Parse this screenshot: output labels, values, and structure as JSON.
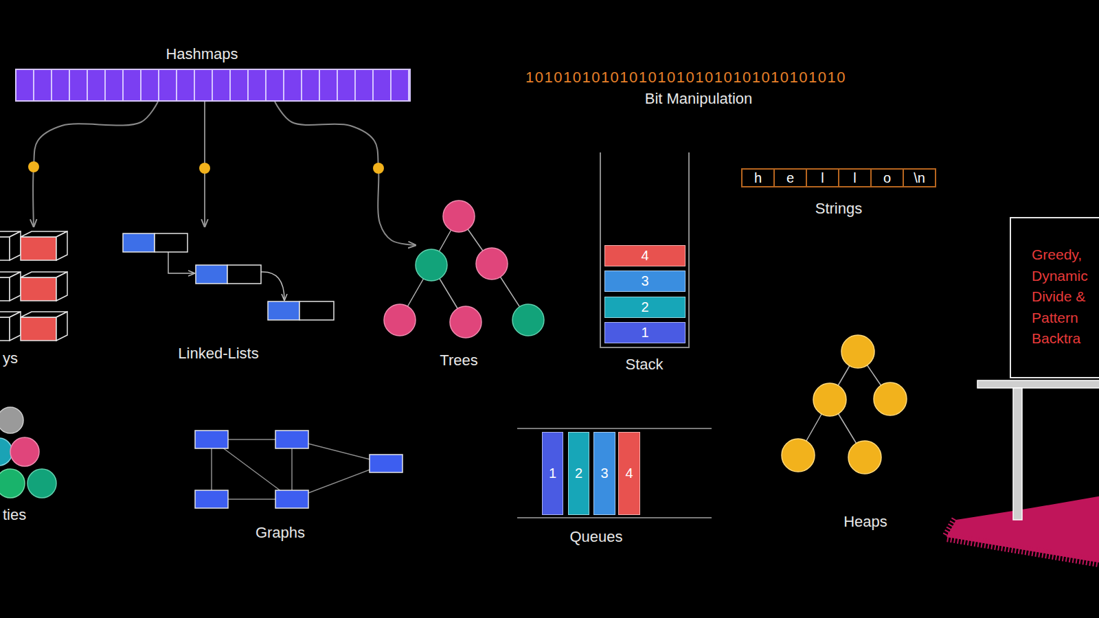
{
  "diagram": {
    "nodes": [
      {
        "text": [
          "Hashmaps"
        ]
      },
      {
        "text": [
          "ys"
        ]
      },
      {
        "text": [
          "Linked-Lists"
        ]
      },
      {
        "text": [
          "Trees"
        ]
      },
      {
        "text": [
          "Stack"
        ]
      },
      {
        "text": [
          "4"
        ],
        "in": 4
      },
      {
        "text": [
          "3"
        ],
        "in": 4
      },
      {
        "text": [
          "2"
        ],
        "in": 4
      },
      {
        "text": [
          "1"
        ],
        "in": 4
      },
      {
        "text": [
          "Strings"
        ]
      },
      {
        "text": [
          "h"
        ],
        "in": 9
      },
      {
        "text": [
          "e"
        ],
        "in": 9
      },
      {
        "text": [
          "l"
        ],
        "in": 9
      },
      {
        "text": [
          "l"
        ],
        "in": 9
      },
      {
        "text": [
          "o"
        ],
        "in": 9
      },
      {
        "text": [
          "\\n"
        ],
        "in": 9
      },
      {
        "text": [
          "Greedy,",
          "Dynamic",
          "Divide &",
          "Pattern",
          "Backtra"
        ]
      },
      {
        "text": [
          "Queues"
        ]
      },
      {
        "text": [
          "1"
        ],
        "in": 17
      },
      {
        "text": [
          "2"
        ],
        "in": 17
      },
      {
        "text": [
          "3"
        ],
        "in": 17
      },
      {
        "text": [
          "4"
        ],
        "in": 17
      }
    ],
    "edges": [
      {
        "from": 0,
        "to": 1,
        "arrow": "to"
      },
      {
        "from": 0,
        "to": 2,
        "arrow": "to"
      },
      {
        "from": 0,
        "to": 3,
        "arrow": "to"
      }
    ],
    "labels": [
      "1010101010101010101010101010101010",
      "Bit Manipulation",
      "ties",
      "Graphs",
      "Heaps"
    ]
  }
}
